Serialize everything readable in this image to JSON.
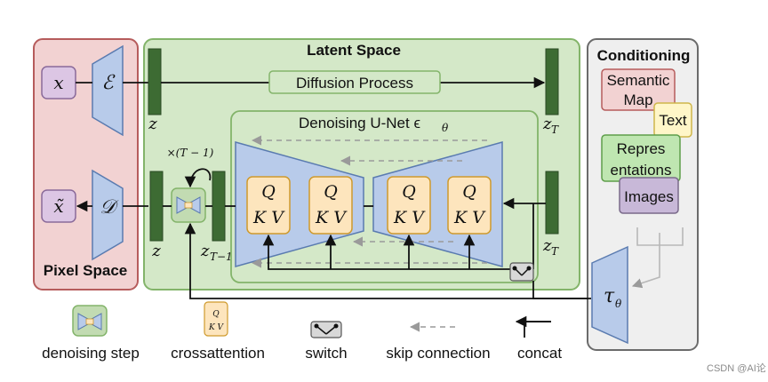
{
  "panels": {
    "pixel_space": "Pixel Space",
    "latent_space": "Latent Space",
    "conditioning": "Conditioning"
  },
  "blocks": {
    "x": "x",
    "x_tilde": "x̃",
    "encoder": "ℰ",
    "decoder": "𝒟",
    "z_top": "z",
    "z_bottom": "z",
    "z_T_top": "z",
    "z_T_bottom": "z",
    "T_sub": "T",
    "z_T_minus_1": "z",
    "T_minus_1_sub": "T−1",
    "repeat_label": "×(T − 1)",
    "diffusion_process": "Diffusion Process",
    "unet_title": "Denoising U-Net ϵ",
    "unet_theta": "θ",
    "attn_q": "Q",
    "attn_kv": "K V",
    "tau": "τ",
    "tau_sub": "θ"
  },
  "conditioning_items": [
    "Semantic Map",
    "Text",
    "Representations",
    "Images"
  ],
  "conditioning_item_lines": {
    "semantic": [
      "Semantic",
      "Map"
    ],
    "text": [
      "Text"
    ],
    "repr": [
      "Repres",
      "entations"
    ],
    "images": [
      "Images"
    ]
  },
  "legend": {
    "denoising_step": "denoising step",
    "crossattention": "crossattention",
    "mini_q": "Q",
    "mini_kv": "K V",
    "switch": "switch",
    "skip_connection": "skip connection",
    "concat": "concat"
  },
  "watermark": "CSDN @AI论",
  "colors": {
    "pixel_panel": "#f2d2d2",
    "pixel_border": "#b65c5c",
    "latent_panel": "#d4e8c8",
    "latent_border": "#83b46a",
    "cond_panel": "#efefef",
    "cond_border": "#6b6b6b",
    "encoder": "#b8cbea",
    "latent_bar": "#3d6b33",
    "attn_block": "#fde5bd",
    "attn_border": "#cf9a2c",
    "purple_box": "#dcc6e4"
  }
}
